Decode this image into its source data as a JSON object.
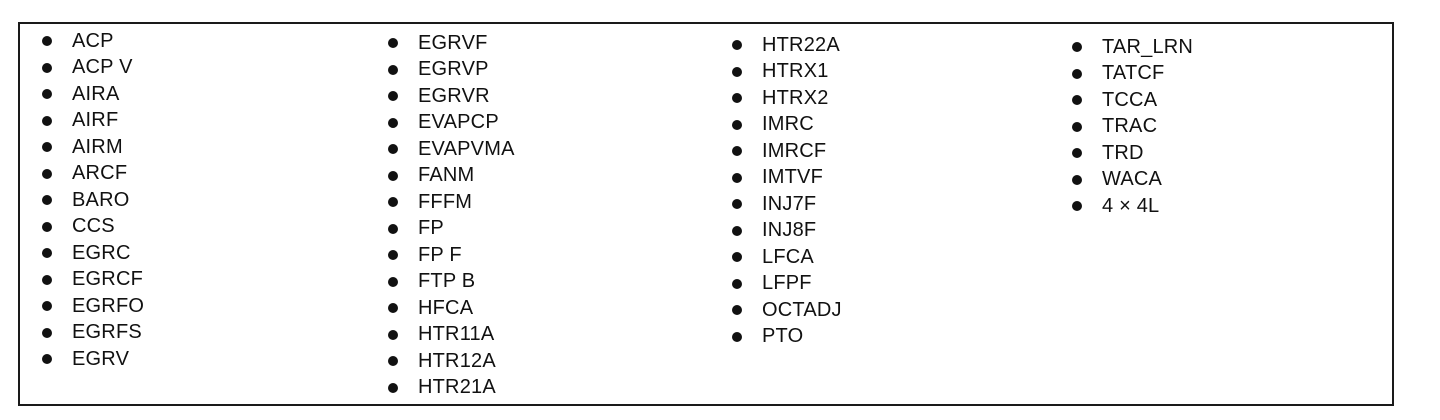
{
  "columns": [
    [
      "ACP",
      "ACP V",
      "AIRA",
      "AIRF",
      "AIRM",
      "ARCF",
      "BARO",
      "CCS",
      "EGRC",
      "EGRCF",
      "EGRFO",
      "EGRFS",
      "EGRV"
    ],
    [
      "EGRVF",
      "EGRVP",
      "EGRVR",
      "EVAPCP",
      "EVAPVMA",
      "FANM",
      "FFFM",
      "FP",
      "FP F",
      "FTP B",
      "HFCA",
      "HTR11A",
      "HTR12A",
      "HTR21A"
    ],
    [
      "HTR22A",
      "HTRX1",
      "HTRX2",
      "IMRC",
      "IMRCF",
      "IMTVF",
      "INJ7F",
      "INJ8F",
      "LFCA",
      "LFPF",
      "OCTADJ",
      "PTO"
    ],
    [
      "TAR_LRN",
      "TATCF",
      "TCCA",
      "TRAC",
      "TRD",
      "WACA",
      "4 × 4L"
    ]
  ]
}
